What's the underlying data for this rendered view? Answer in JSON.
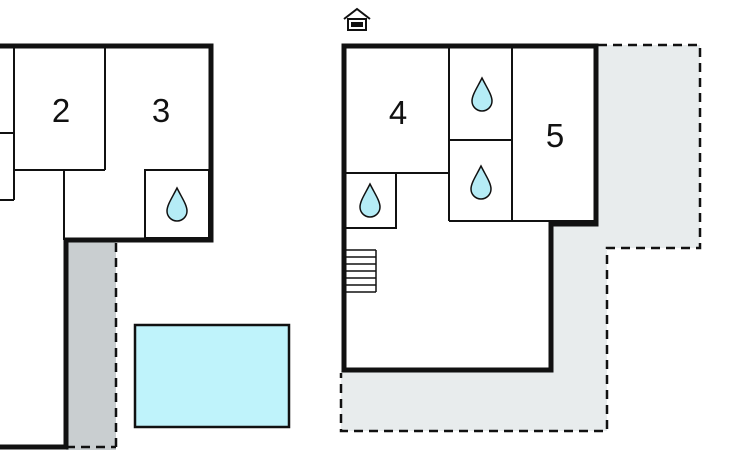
{
  "floor_plan": {
    "rooms": [
      {
        "id": "2",
        "label": "2"
      },
      {
        "id": "3",
        "label": "3"
      },
      {
        "id": "4",
        "label": "4"
      },
      {
        "id": "5",
        "label": "5"
      }
    ],
    "icons": [
      "house-icon",
      "water-drop-icon",
      "water-drop-icon",
      "water-drop-icon",
      "water-drop-icon",
      "stairs-icon"
    ],
    "colors": {
      "walls": "#111111",
      "pool": "#bff3fb",
      "terrace_left": "#c9ced0",
      "terrace_right": "#e8eced",
      "water_drop": "#b5ecf6"
    }
  }
}
